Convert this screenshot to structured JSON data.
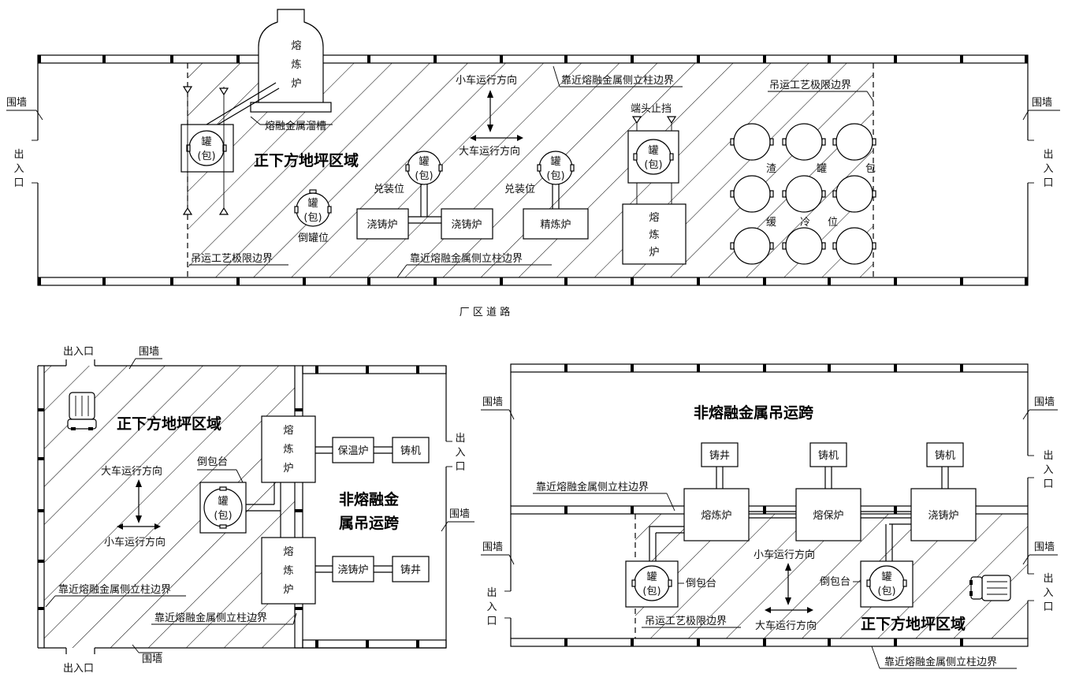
{
  "labels": {
    "smelting_furnace": "熔炼炉",
    "ladle_top": "罐",
    "ladle_bottom": "(包)",
    "molten_trough": "熔融金属溜槽",
    "ground_zone": "正下方地坪区域",
    "trolley_dir": "小车运行方向",
    "crane_dir": "大车运行方向",
    "column_boundary": "靠近熔融金属侧立柱边界",
    "limit_boundary": "吊运工艺极限边界",
    "end_stop": "端头止挡",
    "filling_pos": "兑装位",
    "pouring_pos": "倒罐位",
    "casting_furnace": "浇铸炉",
    "refining_furnace": "精炼炉",
    "slag_word1": "渣",
    "slag_word2": "罐",
    "slag_word3": "包",
    "slag_word4": "缓",
    "slag_word5": "冷",
    "slag_word6": "位",
    "wall": "围墙",
    "entrance": "出入口",
    "entrance_c1": "出",
    "entrance_c2": "入",
    "entrance_c3": "口",
    "factory_road": "厂 区 道 路",
    "non_molten_span_line1": "非熔融金",
    "non_molten_span_line2": "属吊运跨",
    "non_molten_span": "非熔融金属吊运跨",
    "holding_furnace": "保温炉",
    "casting_machine": "铸机",
    "casting_well": "铸井",
    "tilt_stand": "倒包台",
    "melt_holding_furnace": "熔保炉"
  }
}
